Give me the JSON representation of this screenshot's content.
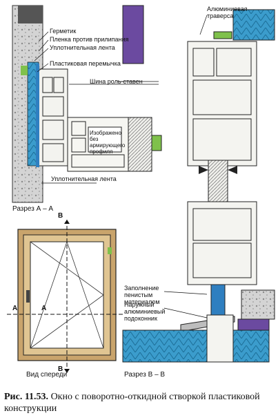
{
  "labels": {
    "hermetic": "Герметик",
    "film": "Пленка против прилипания",
    "seal_tape_top": "Уплотнительная лента",
    "plastic_bridge": "Пластиковая перемычка",
    "shutter_rail": "Шина роль-ставен",
    "no_reinforce": "Изображено без армирующего профиля",
    "seal_tape_bottom": "Уплотнительная лента",
    "alu_traverse": "Алюминиевая траверса",
    "foam_fill": "Заполнение пенистым материалом",
    "alu_sill": "Наружный алюминиевый подоконник"
  },
  "sections": {
    "section_aa": "Разрез А – А",
    "section_bb": "Разрез В – В",
    "front_view": "Вид спереди",
    "marker_a_left": "А",
    "marker_a_right": "А",
    "marker_b_top": "В",
    "marker_b_bottom": "В"
  },
  "caption": {
    "number": "Рис. 11.53.",
    "text": "Окно с поворотно-откидной створкой пластиковой конструкции"
  },
  "colors": {
    "concrete": "#cfcfcf",
    "insulation": "#3aa0c8",
    "purple_panel": "#6b4aa0",
    "frame_wood": "#c9a46c",
    "green_accent": "#7fc14b",
    "profile_fill": "#f4f4f0",
    "blue_strip": "#2f7fc0"
  }
}
